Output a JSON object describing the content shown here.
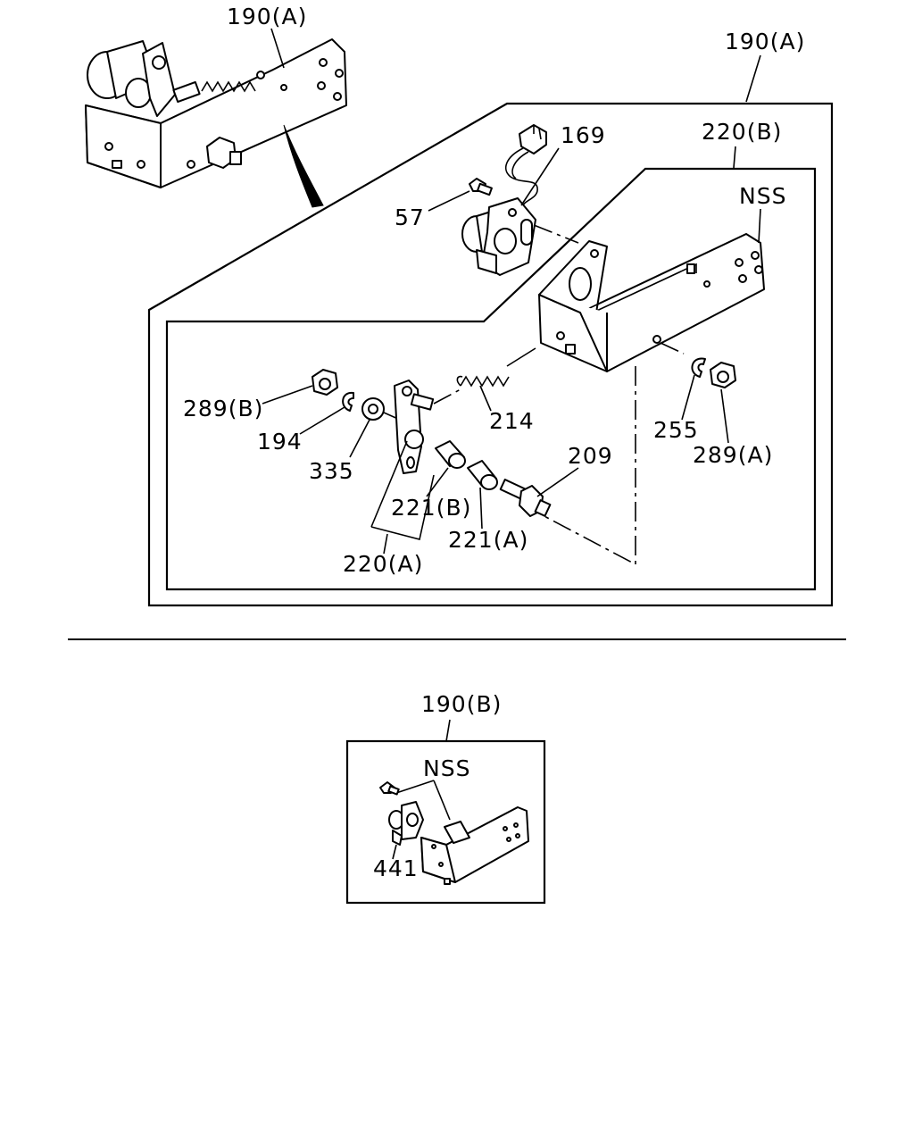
{
  "top_section": {
    "assembly_label": "190(A)",
    "outer_frame_label": "190(A)",
    "inner_frame_label": "220(B)",
    "bracket_label": "NSS",
    "callouts": {
      "p169": "169",
      "p57": "57",
      "p289b": "289(B)",
      "p194": "194",
      "p335": "335",
      "p214": "214",
      "p221b": "221(B)",
      "p221a": "221(A)",
      "p220a": "220(A)",
      "p209": "209",
      "p255": "255",
      "p289a": "289(A)"
    }
  },
  "bottom_section": {
    "assembly_label": "190(B)",
    "nss_label": "NSS",
    "p441": "441"
  }
}
